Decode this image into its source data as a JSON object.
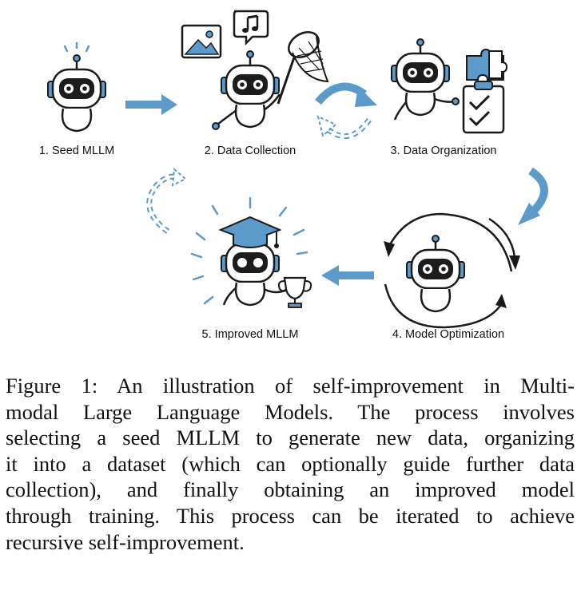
{
  "steps": [
    {
      "label": "1. Seed MLLM"
    },
    {
      "label": "2. Data Collection"
    },
    {
      "label": "3. Data Organization"
    },
    {
      "label": "4. Model Optimization"
    },
    {
      "label": "5. Improved MLLM"
    }
  ],
  "caption": {
    "lines": [
      "Figure 1: An illustration of self-improvement in Multi-",
      "modal Large Language Models. The process involves",
      "selecting a seed MLLM to generate new data, organizing",
      "it into a dataset (which can optionally guide further data",
      "collection), and finally obtaining an improved model",
      "through training. This process can be iterated to achieve",
      "recursive self-improvement."
    ]
  },
  "colors": {
    "accent": "#5b9ac9",
    "ink": "#1a1a1a",
    "screen": "#1c1c1c"
  },
  "icons": [
    "robot-icon",
    "image-icon",
    "music-note-icon",
    "butterfly-net-icon",
    "puzzle-icon",
    "clipboard-check-icon",
    "graduation-cap-icon",
    "trophy-icon",
    "cycle-arrows-icon"
  ]
}
